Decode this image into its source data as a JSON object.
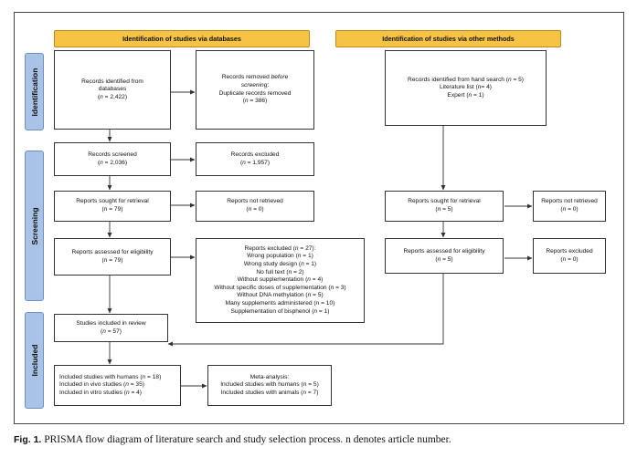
{
  "headers": {
    "databases": "Identification of studies via databases",
    "other": "Identification of studies via other methods"
  },
  "phases": {
    "identification": "Identification",
    "screening": "Screening",
    "included": "Included"
  },
  "db": {
    "identified": {
      "l1": "Records identified from",
      "l2": "databases",
      "n": "2,422"
    },
    "removed": {
      "l1": "Records removed",
      "l1b": "before",
      "l2": "screening",
      "l3": "Duplicate records removed",
      "n": "386"
    },
    "screened": {
      "label": "Records screened",
      "n": "2,036"
    },
    "excluded": {
      "label": "Records excluded",
      "n": "1,957"
    },
    "sought": {
      "label": "Reports sought for retrieval",
      "n": "79"
    },
    "not_retrieved": {
      "label": "Reports not retrieved",
      "n": "0"
    },
    "assessed": {
      "label": "Reports assessed for eligibility",
      "n": "79"
    },
    "reports_excluded": {
      "title": "Reports excluded",
      "n": "27",
      "reasons": [
        {
          "label": "Wrong population",
          "n": "1"
        },
        {
          "label": "Wrong study design",
          "n": "1"
        },
        {
          "label": "No full text",
          "n": "2"
        },
        {
          "label": "Without supplementation",
          "n": "4"
        },
        {
          "label": "Without specific doses of supplementation",
          "n": "3"
        },
        {
          "label": "Without DNA methylation",
          "n": "5"
        },
        {
          "label": "Many supplements administered",
          "n": "10"
        },
        {
          "label": "Supplementation of bisphenol",
          "n": "1"
        }
      ]
    },
    "included": {
      "label": "Studies included in review",
      "n": "57"
    },
    "included_detail": [
      {
        "label": "Included studies with humans",
        "n": "18"
      },
      {
        "label": "Included in vivo studies",
        "n": "35"
      },
      {
        "label": "Included in vitro studies",
        "n": "4"
      }
    ],
    "meta": {
      "title": "Meta-analysis:",
      "items": [
        {
          "label": "Included studies with humans",
          "n": "5"
        },
        {
          "label": "Included studies with animals",
          "n": "7"
        }
      ]
    }
  },
  "other": {
    "identified": {
      "label": "Records identified from hand search",
      "n": "5",
      "l2": "Literature list",
      "n2": "4",
      "l3": "Expert",
      "n3": "1"
    },
    "sought": {
      "label": "Reports sought for retrieval",
      "n": "5"
    },
    "not_retrieved": {
      "label": "Reports not retrieved",
      "n": "0"
    },
    "assessed": {
      "label": "Reports assessed for eligibility",
      "n": "5"
    },
    "excluded": {
      "label": "Reports excluded",
      "n": "0"
    }
  },
  "caption": {
    "label": "Fig. 1.",
    "text": "PRISMA flow diagram of literature search and study selection process. n denotes article number."
  }
}
